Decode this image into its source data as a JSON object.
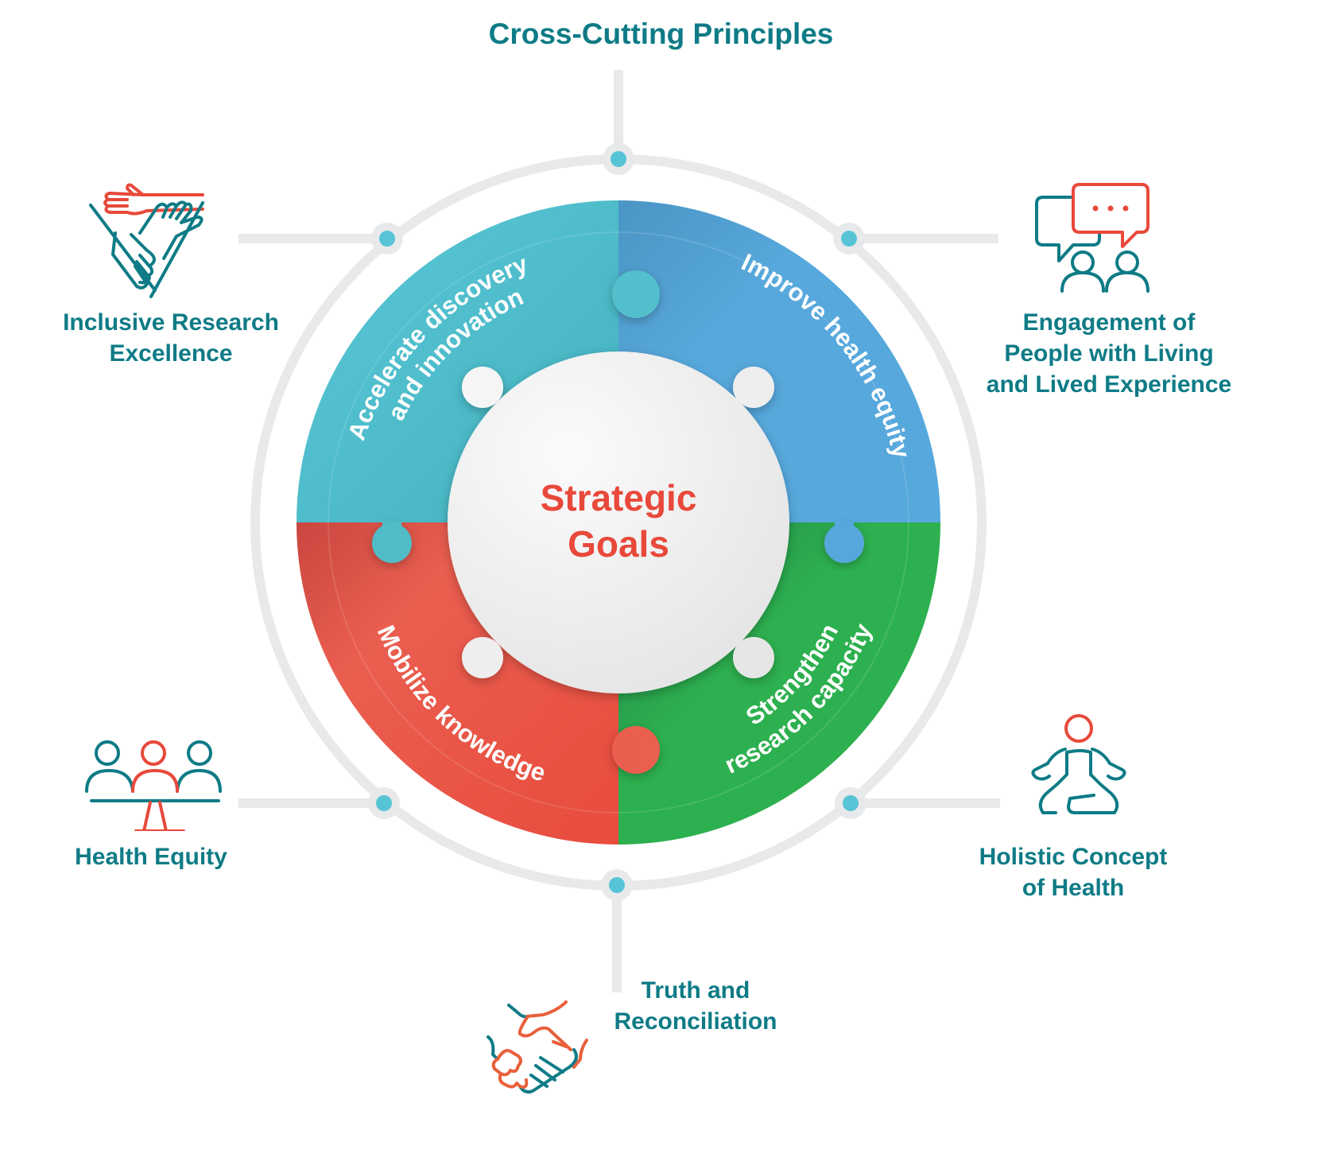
{
  "title": "Cross-Cutting Principles",
  "center": {
    "line1": "Strategic",
    "line2": "Goals"
  },
  "goals": [
    {
      "id": "accelerate",
      "line1": "Accelerate discovery",
      "line2": "and innovation",
      "color": "#55c3d4"
    },
    {
      "id": "improve",
      "line1": "Improve health equity",
      "color": "#56a7db"
    },
    {
      "id": "mobilize",
      "line1": "Mobilize knowledge",
      "color": "#e84c3d"
    },
    {
      "id": "strengthen",
      "line1": "Strengthen",
      "line2": "research capacity",
      "color": "#2db04f"
    }
  ],
  "principles": [
    {
      "id": "inclusive",
      "lines": [
        "Inclusive Research",
        "Excellence"
      ],
      "icon": "hands-together-icon"
    },
    {
      "id": "engagement",
      "lines": [
        "Engagement of",
        "People with Living",
        "and Lived Experience"
      ],
      "icon": "speech-bubbles-people-icon"
    },
    {
      "id": "equity",
      "lines": [
        "Health Equity"
      ],
      "icon": "balanced-people-icon"
    },
    {
      "id": "holistic",
      "lines": [
        "Holistic Concept",
        "of Health"
      ],
      "icon": "meditation-icon"
    },
    {
      "id": "truth",
      "lines": [
        "Truth and",
        "Reconciliation"
      ],
      "icon": "handshake-icon"
    }
  ],
  "colors": {
    "teal_text": "#0e7b86",
    "accent_red": "#e8493b",
    "ring_grey": "#e8e9eb",
    "dot": "#57c4d6",
    "center_fill": "#f3f3f3"
  }
}
